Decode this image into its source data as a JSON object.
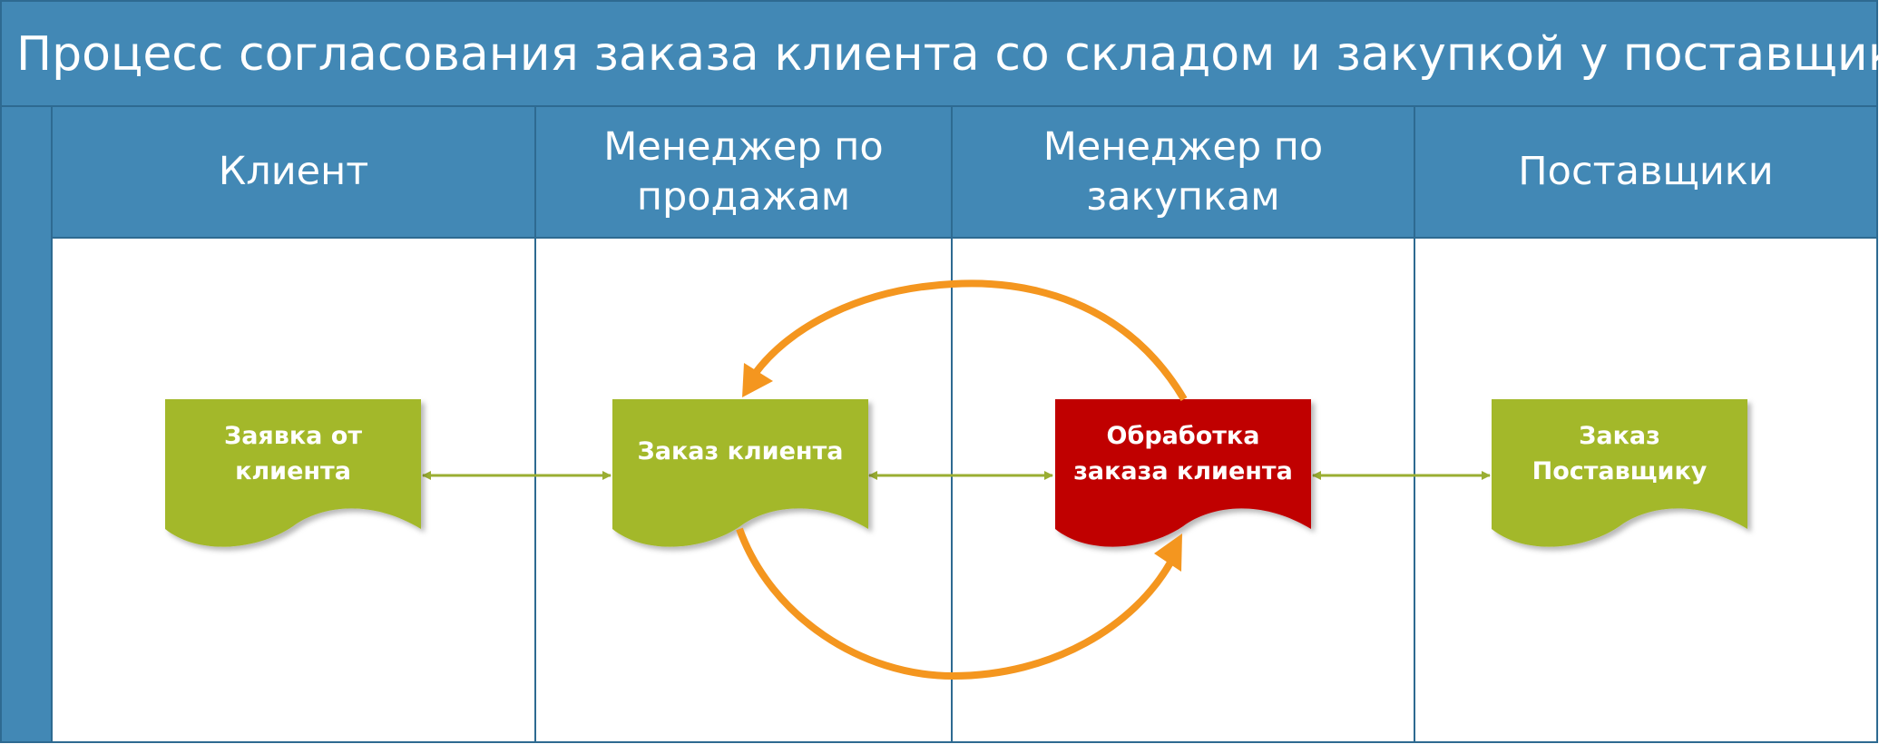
{
  "title": "Процесс согласования заказа клиента со складом и закупкой у поставщиков",
  "lanes": [
    {
      "label": "Клиент"
    },
    {
      "label": "Менеджер по\nпродажам"
    },
    {
      "label": "Менеджер по\nзакупкам"
    },
    {
      "label": "Поставщики"
    }
  ],
  "documents": [
    {
      "label": "Заявка от\nклиента",
      "color": "#a3b82a"
    },
    {
      "label": "Заказ клиента",
      "color": "#a3b82a"
    },
    {
      "label": "Обработка\nзаказа клиента",
      "color": "#c00000"
    },
    {
      "label": "Заказ\nПоставщику",
      "color": "#a3b82a"
    }
  ],
  "colors": {
    "header": "#4288b5",
    "border": "#2e6a91",
    "connector": "#9aae32",
    "cycle_arrow": "#f4961f"
  }
}
